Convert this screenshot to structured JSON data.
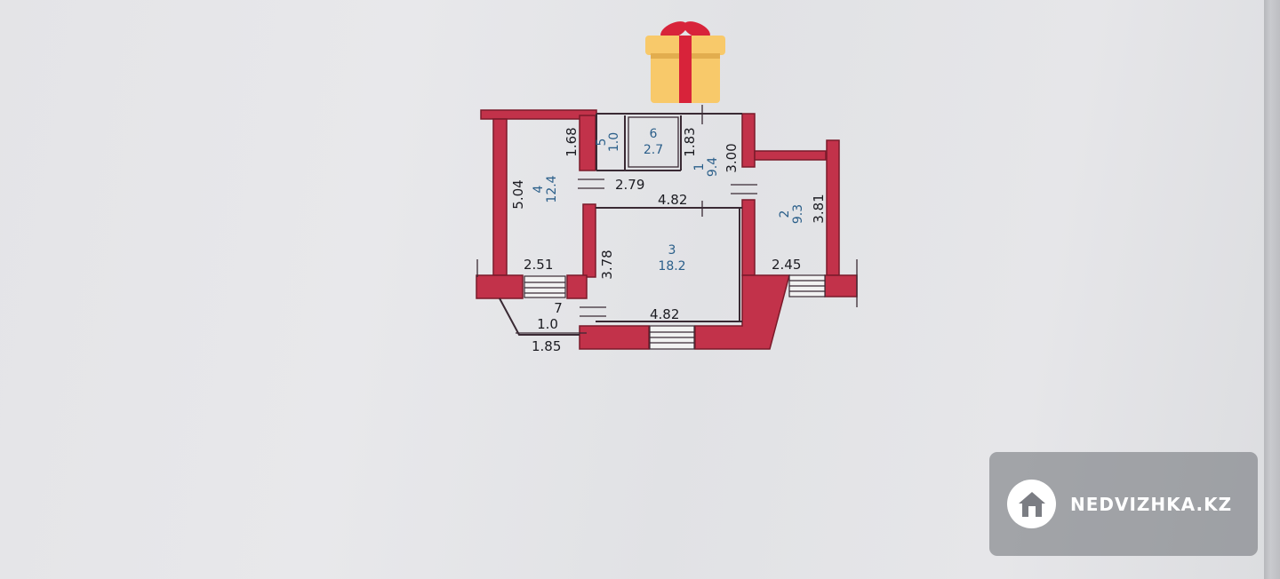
{
  "watermark": {
    "brand": "NEDVIZHKA.KZ",
    "icon": "house-icon"
  },
  "gift_icon": "gift-icon",
  "colors": {
    "wall": "#c2324a",
    "room_label": "#2b5f8a",
    "dimension_text": "#1c1c22",
    "watermark_bg": "#787a80"
  },
  "rooms": [
    {
      "number": "4",
      "area": "12.4"
    },
    {
      "number": "5",
      "area": "1.0"
    },
    {
      "number": "6",
      "area": "2.7"
    },
    {
      "number": "1",
      "area": "9.4"
    },
    {
      "number": "3",
      "area": "18.2"
    },
    {
      "number": "2",
      "area": "9.3"
    },
    {
      "number": "7",
      "area": "1.0"
    }
  ],
  "dimensions": [
    "5.04",
    "1.68",
    "2.79",
    "1.83",
    "3.00",
    "4.82",
    "3.81",
    "2.51",
    "3.78",
    "2.45",
    "4.82",
    "1.85"
  ]
}
